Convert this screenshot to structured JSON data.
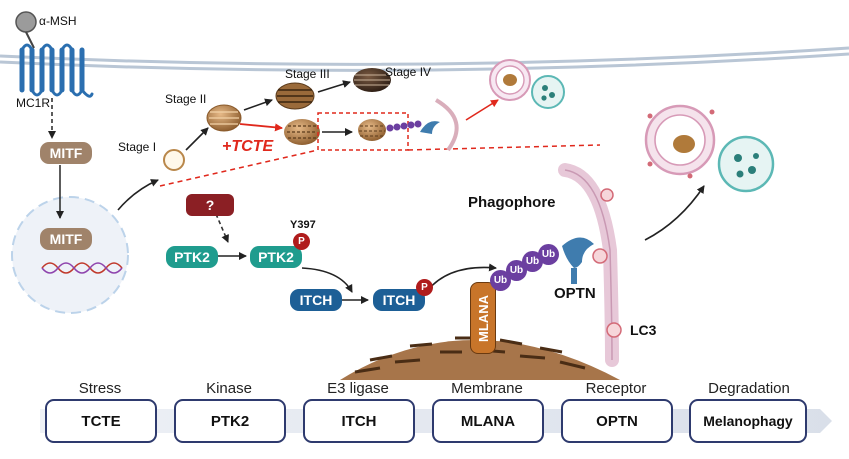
{
  "ligand": "α-MSH",
  "receptor": "MC1R",
  "mitf": "MITF",
  "stages": [
    "Stage I",
    "Stage II",
    "Stage III",
    "Stage IV"
  ],
  "tcte_label": "+TCTE",
  "unknown": "?",
  "ptk2": "PTK2",
  "site": "Y397",
  "phospho": "P",
  "itch": "ITCH",
  "mlana": "MLANA",
  "ub": "Ub",
  "optn": "OPTN",
  "phagophore": "Phagophore",
  "lc3": "LC3",
  "pathway": [
    {
      "category": "Stress",
      "box": "TCTE"
    },
    {
      "category": "Kinase",
      "box": "PTK2"
    },
    {
      "category": "E3 ligase",
      "box": "ITCH"
    },
    {
      "category": "Membrane",
      "box": "MLANA"
    },
    {
      "category": "Receptor",
      "box": "OPTN"
    },
    {
      "category": "Degradation",
      "box": "Melanophagy"
    }
  ],
  "colors": {
    "ptk2": "#1f9c8e",
    "itch": "#1d5f96",
    "mitf": "#a0836a",
    "mlana": "#c8752a",
    "phospho": "#b01c1c",
    "tcte": "#e0281c",
    "ub": "#6b3fa0",
    "optn": "#3f7cae"
  }
}
